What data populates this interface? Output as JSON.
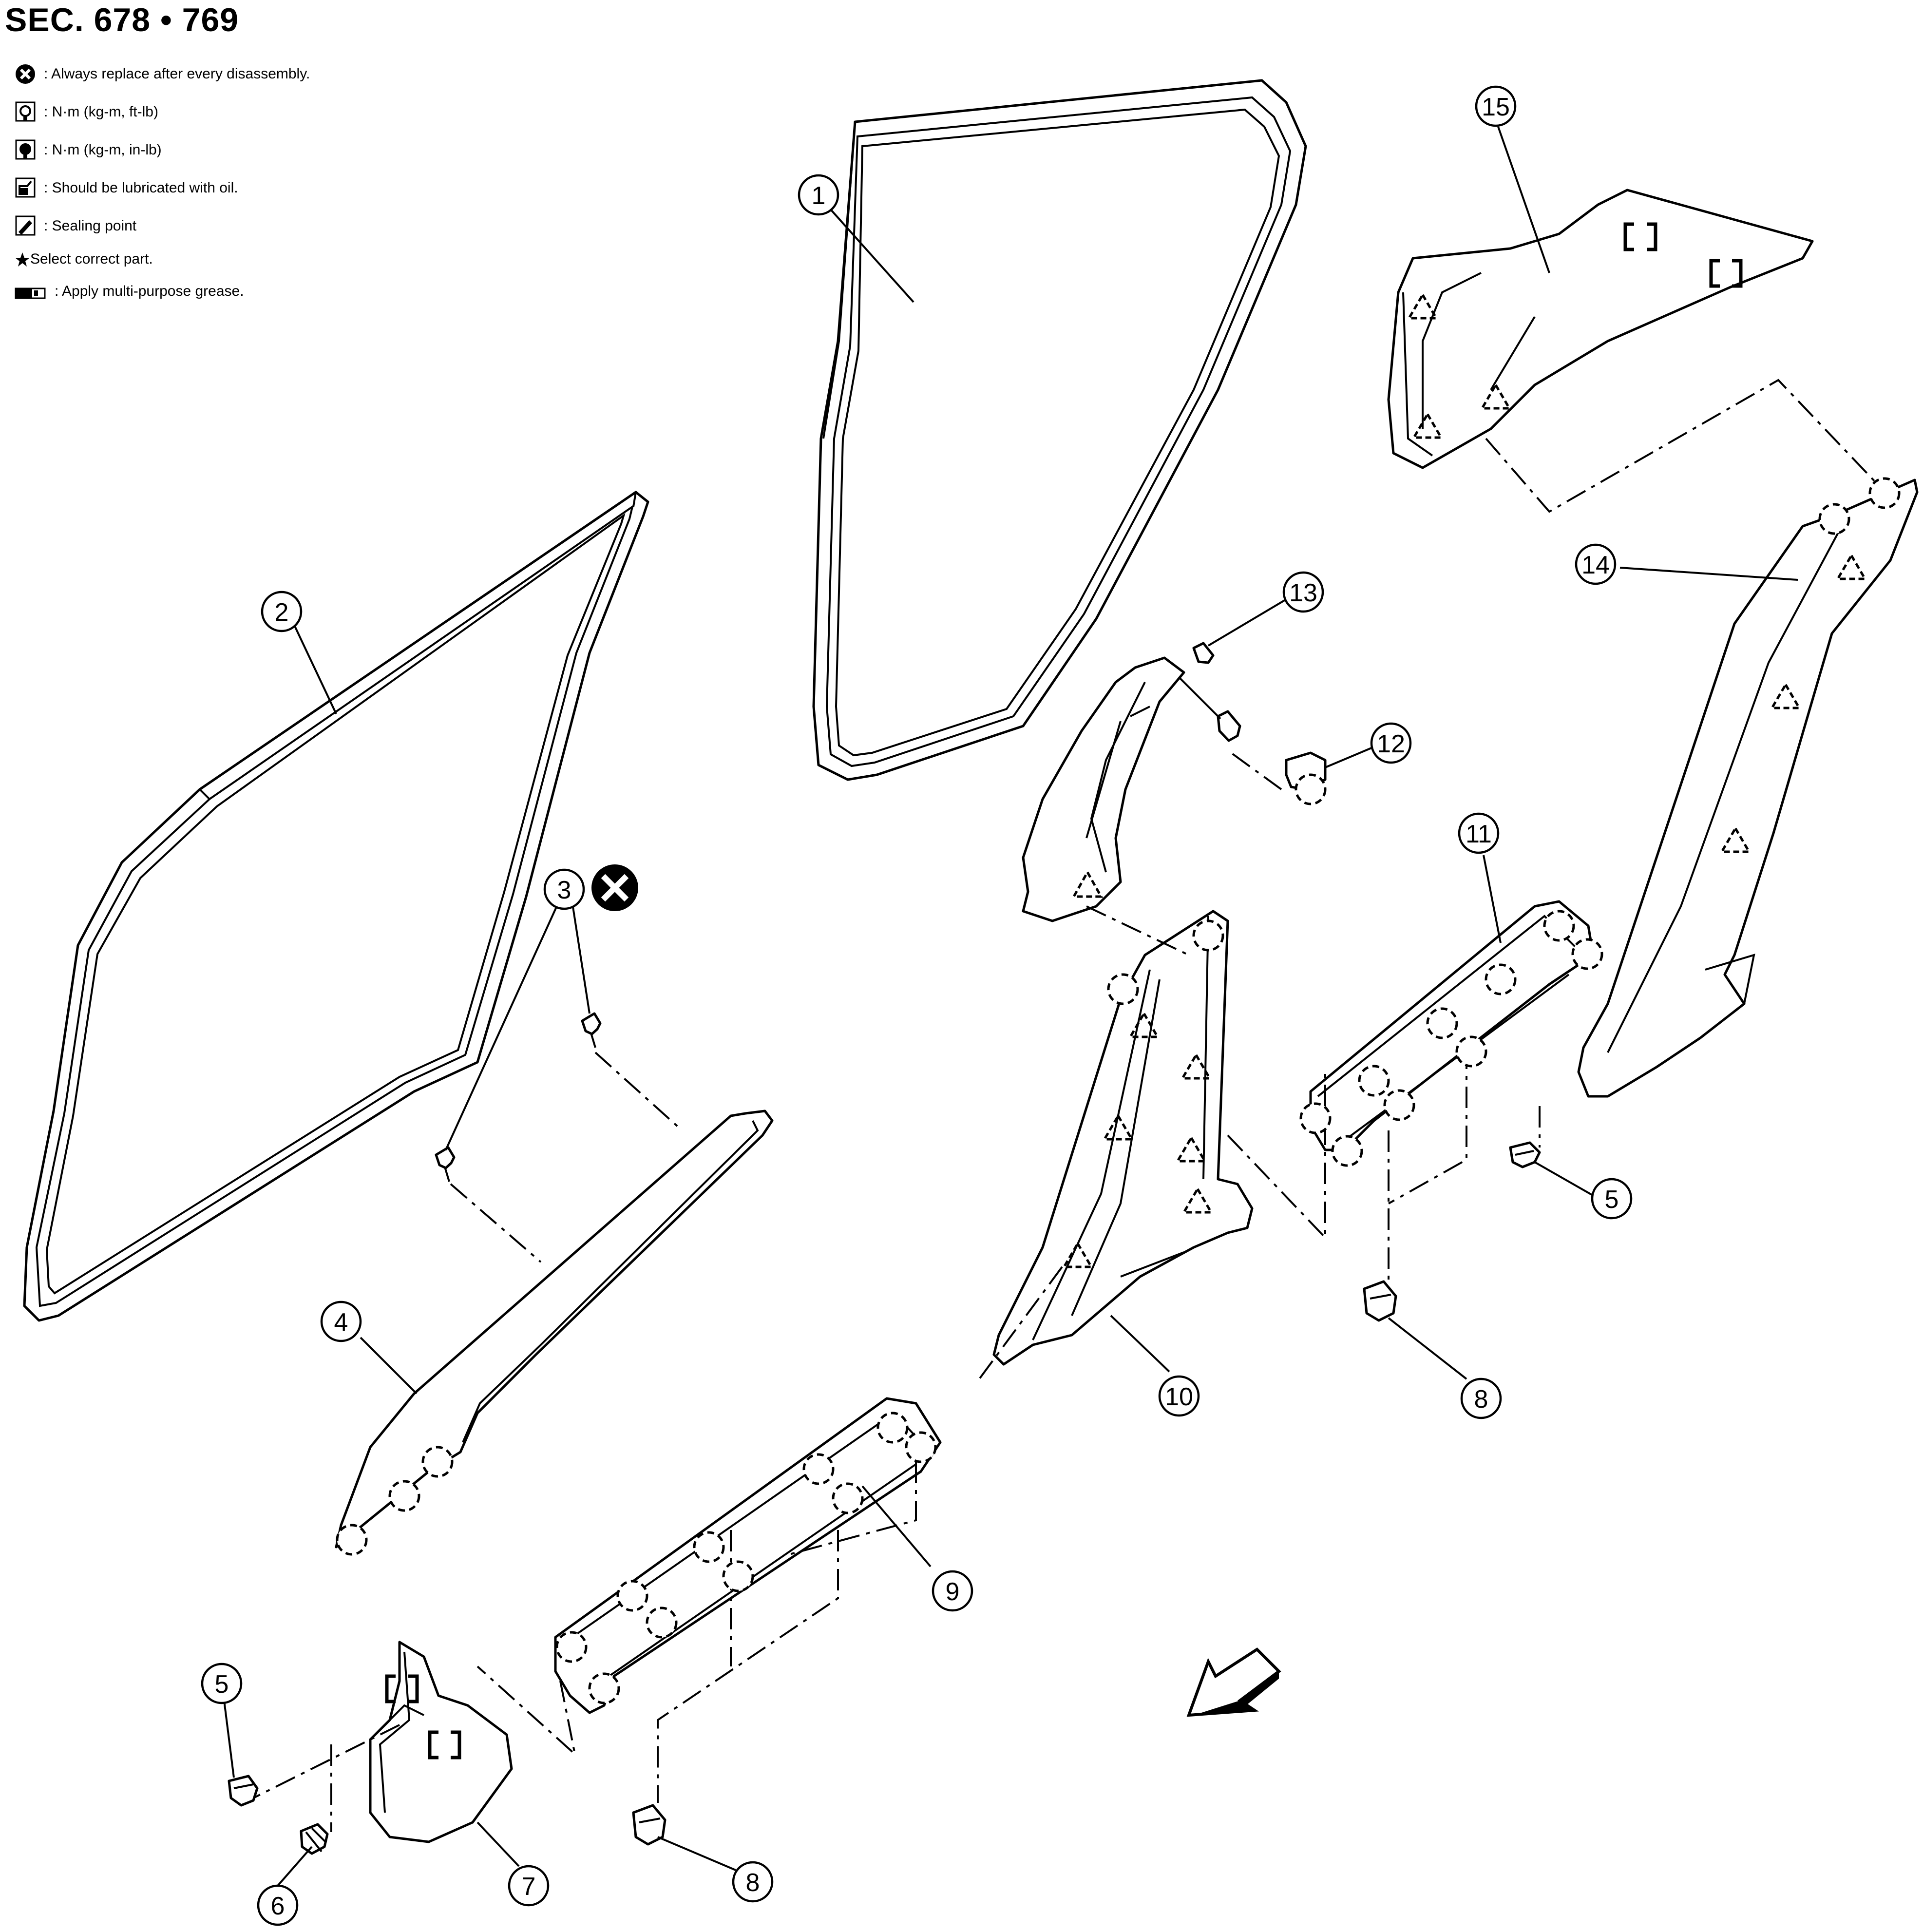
{
  "title": "SEC. 678 • 769",
  "legend": [
    {
      "icon": "x-circle-icon",
      "text": ": Always replace after every disassembly."
    },
    {
      "icon": "torque-wrench-ft-lb-icon",
      "text": ": N·m (kg-m, ft-lb)"
    },
    {
      "icon": "torque-wrench-in-lb-icon",
      "text": ": N·m (kg-m, in-lb)"
    },
    {
      "icon": "oil-can-icon",
      "text": ": Should be lubricated with oil."
    },
    {
      "icon": "sealant-icon",
      "text": ": Sealing point"
    },
    {
      "icon": "star-icon",
      "text": "Select correct part."
    },
    {
      "icon": "grease-gun-icon",
      "text": ": Apply multi-purpose grease."
    }
  ],
  "callouts": [
    "1",
    "2",
    "3",
    "4",
    "5",
    "5",
    "6",
    "7",
    "8",
    "8",
    "9",
    "10",
    "11",
    "12",
    "13",
    "14",
    "15"
  ],
  "front_arrow_icon": "front-direction-arrow-icon"
}
